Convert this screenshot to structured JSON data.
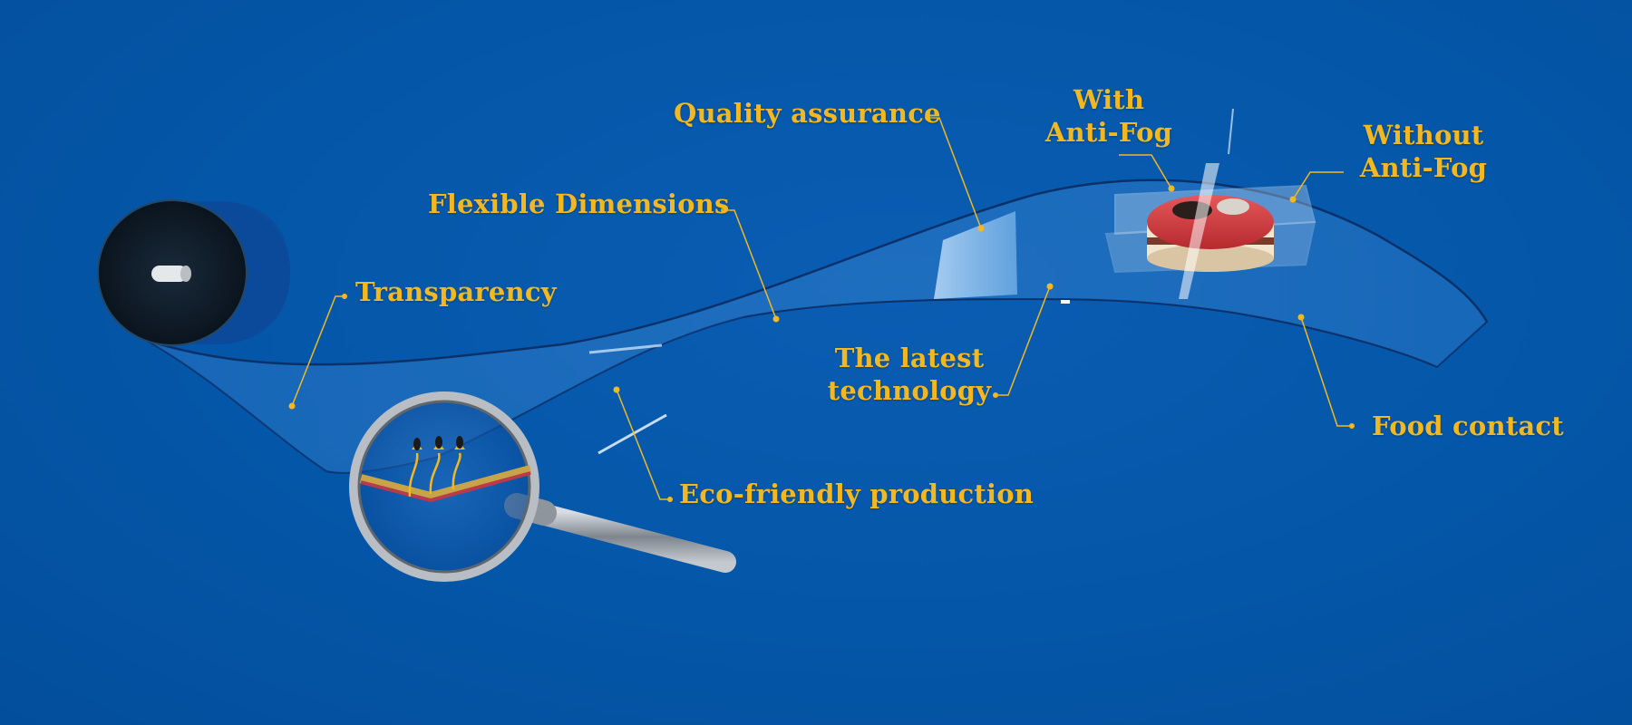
{
  "labels": {
    "quality_assurance": "Quality assurance",
    "flexible_dimensions": "Flexible Dimensions",
    "transparency": "Transparency",
    "eco_friendly": "Eco-friendly production",
    "latest_technology_1": "The latest",
    "latest_technology_2": "technology",
    "with_antifog_1": "With",
    "with_antifog_2": "Anti-Fog",
    "without_antifog_1": "Without",
    "without_antifog_2": "Anti-Fog",
    "food_contact": "Food contact"
  },
  "colors": {
    "background": "#0355a8",
    "label_gold": "#f3b81f",
    "film_edge": "#0b2f66",
    "roll_dark": "#0d1b2a"
  }
}
